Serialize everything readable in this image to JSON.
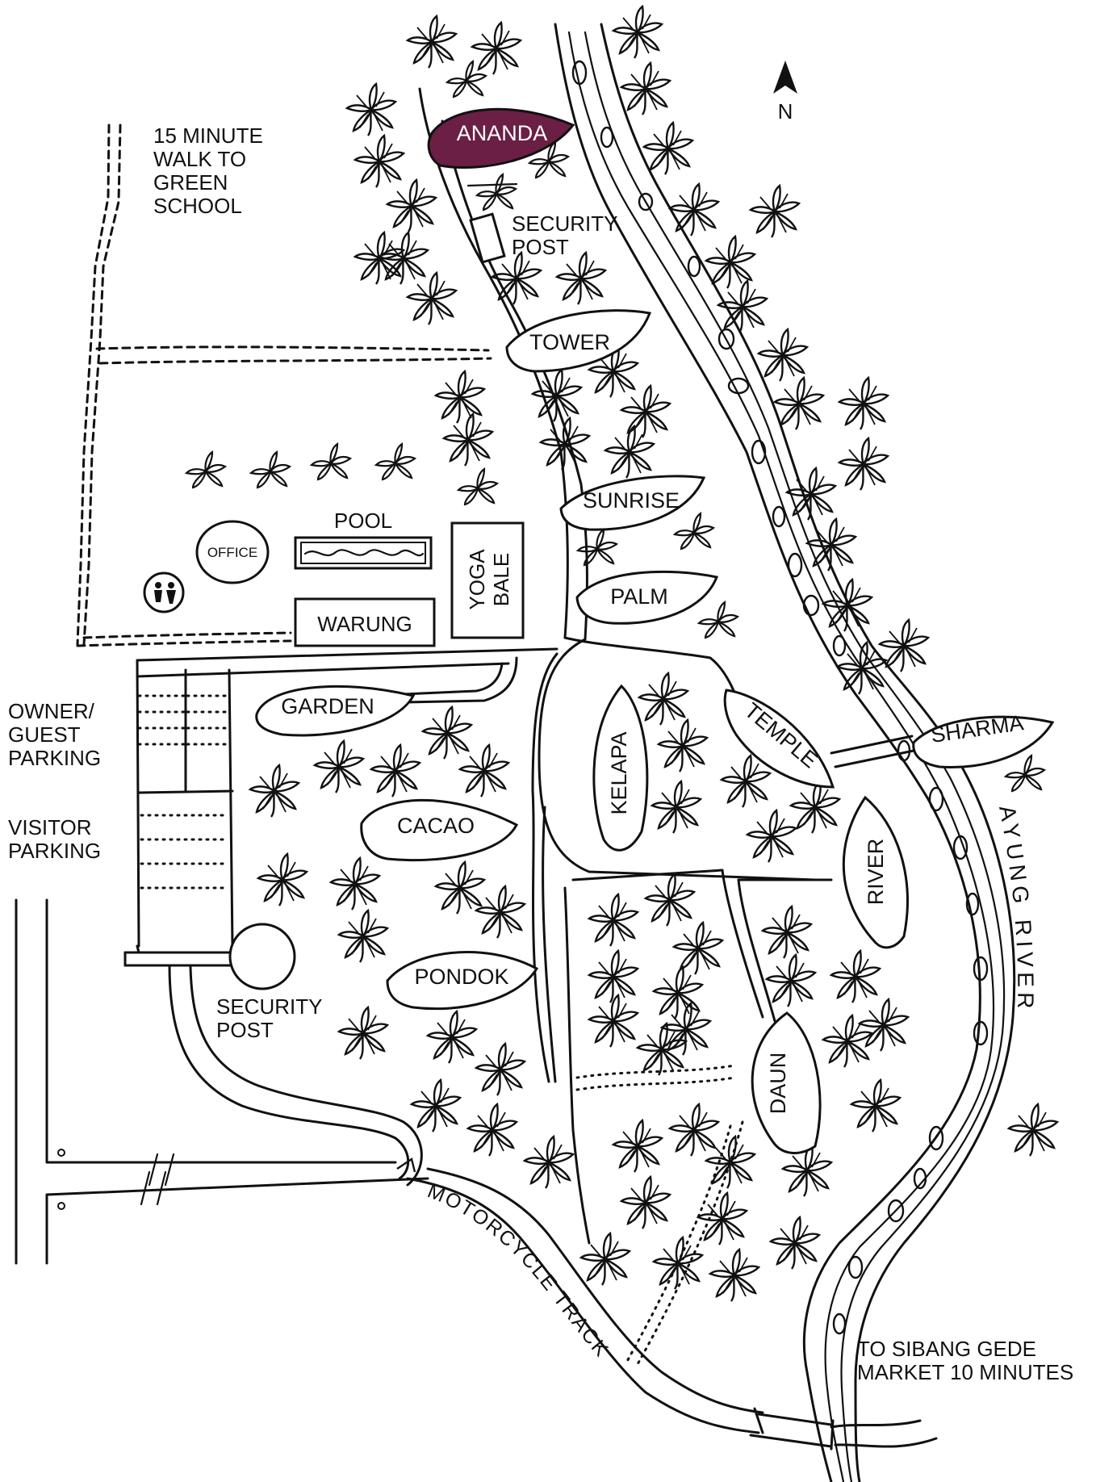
{
  "map": {
    "north": "N",
    "highlight_color": "#6b1f45",
    "notes": {
      "walk": [
        "15 MINUTE",
        "WALK TO",
        "GREEN",
        "SCHOOL"
      ],
      "market": [
        "TO SIBANG GEDE",
        "MARKET 10 MINUTES"
      ]
    },
    "labels": {
      "security_post_top": [
        "SECURITY",
        "POST"
      ],
      "security_post_bottom": [
        "SECURITY",
        "POST"
      ],
      "pool": "POOL",
      "office": "OFFICE",
      "yoga_bale": [
        "YOGA",
        "BALE"
      ],
      "warung": "WARUNG",
      "owner_parking": [
        "OWNER/",
        "GUEST",
        "PARKING"
      ],
      "visitor_parking": [
        "VISITOR",
        "PARKING"
      ],
      "river": "AYUNG RIVER",
      "track": "MOTORCYCLE TRACK"
    },
    "villas": {
      "ananda": "ANANDA",
      "tower": "TOWER",
      "sunrise": "SUNRISE",
      "palm": "PALM",
      "garden": "GARDEN",
      "cacao": "CACAO",
      "kelapa": "KELAPA",
      "temple": "TEMPLE",
      "sharma": "SHARMA",
      "river": "RIVER",
      "pondok": "PONDOK",
      "daun": "DAUN"
    }
  }
}
